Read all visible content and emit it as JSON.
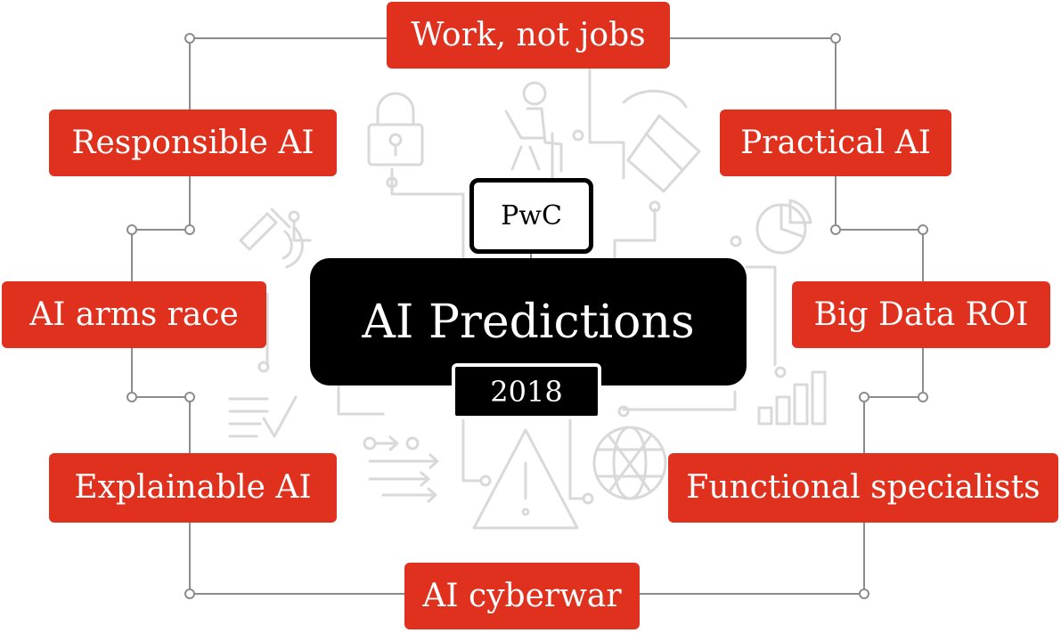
{
  "diagram": {
    "title": "AI Predictions",
    "brand": "PwC",
    "year": "2018",
    "colors": {
      "prediction_box": "#e0301e",
      "prediction_text": "#ffffff",
      "center_box": "#000000",
      "connector": "#8c8c8c",
      "background_icon": "#d9d9d9"
    },
    "predictions": [
      {
        "id": "work-not-jobs",
        "label": "Work, not jobs"
      },
      {
        "id": "responsible-ai",
        "label": "Responsible AI"
      },
      {
        "id": "practical-ai",
        "label": "Practical AI"
      },
      {
        "id": "ai-arms-race",
        "label": "AI arms race"
      },
      {
        "id": "big-data-roi",
        "label": "Big Data ROI"
      },
      {
        "id": "explainable-ai",
        "label": "Explainable AI"
      },
      {
        "id": "functional-specialists",
        "label": "Functional specialists"
      },
      {
        "id": "ai-cyberwar",
        "label": "AI cyberwar"
      }
    ],
    "background_icons": [
      "lock-icon",
      "person-at-laptop-icon",
      "computer-mouse-icon",
      "satellite-icon",
      "pie-chart-icon",
      "checklist-icon",
      "bar-chart-icon",
      "flow-arrows-icon",
      "warning-icon",
      "globe-icon"
    ]
  }
}
